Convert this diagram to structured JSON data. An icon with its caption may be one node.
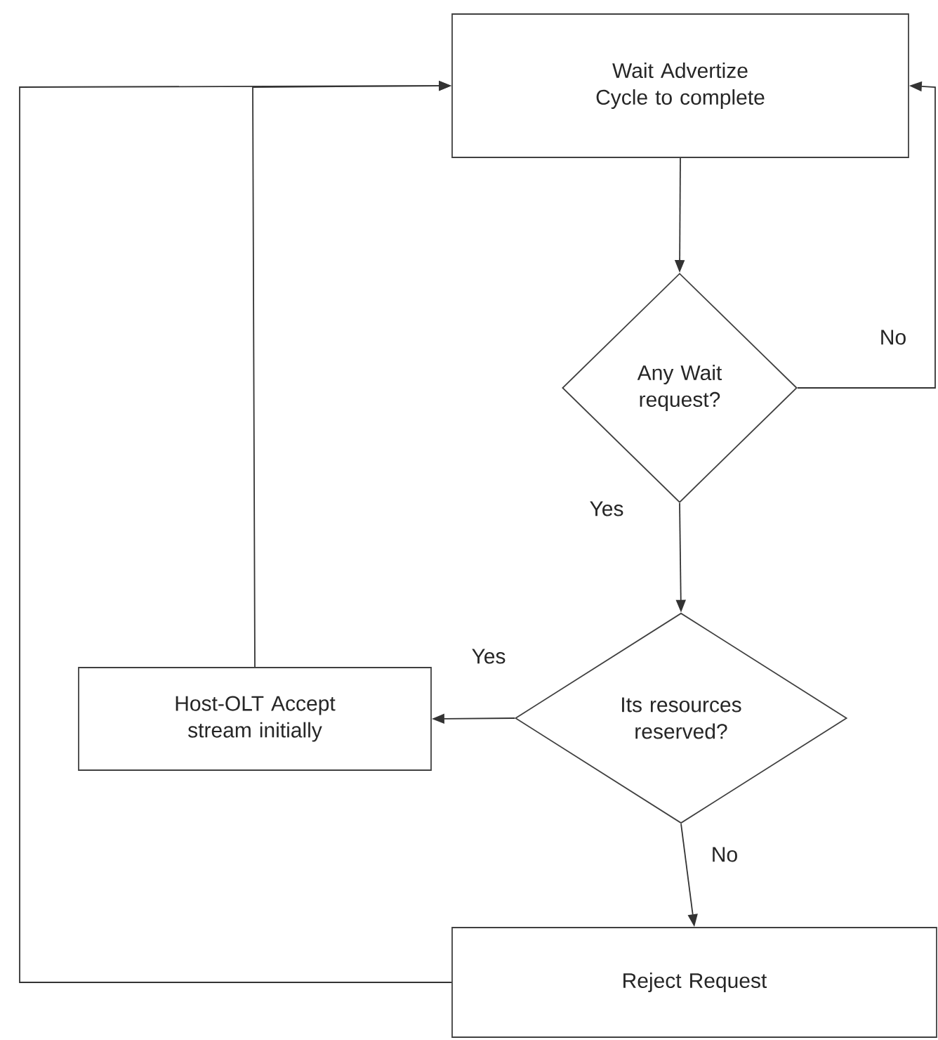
{
  "diagram": {
    "nodes": [
      {
        "text": [
          "Wait Advertize Cycle to complete"
        ]
      },
      {
        "text": [
          "Any Wait request?"
        ]
      },
      {
        "text": [
          "Its resources reserved?"
        ]
      },
      {
        "text": [
          "Host-OLT Accept stream initially"
        ]
      },
      {
        "text": [
          "Reject Request"
        ]
      }
    ],
    "edges": [
      {
        "from": 0,
        "to": 1,
        "arrow": "to"
      },
      {
        "from": 1,
        "to": 0,
        "arrow": "to",
        "label": "No"
      },
      {
        "from": 1,
        "to": 2,
        "arrow": "to",
        "label": "Yes"
      },
      {
        "from": 2,
        "to": 3,
        "arrow": "to",
        "label": "Yes"
      },
      {
        "from": 2,
        "to": 4,
        "arrow": "to",
        "label": "No"
      },
      {
        "from": 3,
        "to": 0,
        "arrow": "to"
      },
      {
        "from": 4,
        "to": 0,
        "arrow": "to"
      }
    ]
  }
}
